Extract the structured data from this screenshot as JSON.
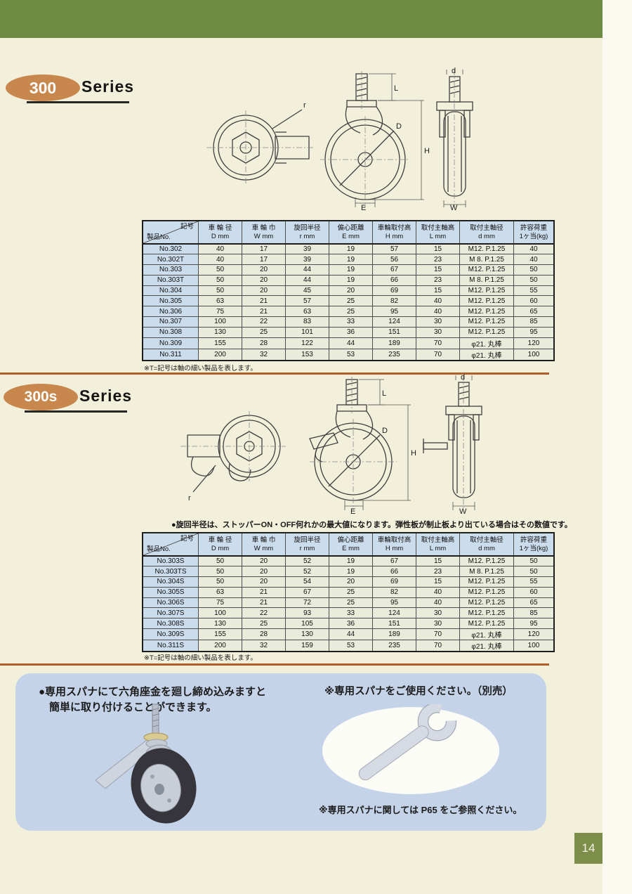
{
  "page_number": "14",
  "colors": {
    "band_green": "#6d8b43",
    "accent_orange": "#c8874d",
    "divider_sienna": "#b05e29",
    "table_header_blue": "#cbdcec",
    "table_cell_green": "#e9ecda",
    "info_box_blue": "#c5d3e9",
    "page_box_green": "#7d8d4a",
    "paper_cream": "#f2efdb"
  },
  "diagram_labels": {
    "r": "r",
    "L": "L",
    "H": "H",
    "E": "E",
    "D": "D",
    "d": "d",
    "W": "W"
  },
  "series300": {
    "badge": "300",
    "title": "Series",
    "table": {
      "corner_top": "記号",
      "corner_bottom": "製品No.",
      "columns": [
        {
          "line1": "車 輪 径",
          "unit": "D mm"
        },
        {
          "line1": "車 輪 巾",
          "unit": "W mm"
        },
        {
          "line1": "旋回半径",
          "unit": "r mm"
        },
        {
          "line1": "偏心距離",
          "unit": "E mm"
        },
        {
          "line1": "車輪取付高",
          "unit": "H mm"
        },
        {
          "line1": "取付主軸高",
          "unit": "L mm"
        },
        {
          "line1": "取付主軸径",
          "unit": "d mm"
        },
        {
          "line1": "許容荷重",
          "unit": "1ヶ当(kg)"
        }
      ],
      "rows": [
        [
          "No.302",
          "40",
          "17",
          "39",
          "19",
          "57",
          "15",
          "M12. P.1.25",
          "40"
        ],
        [
          "No.302T",
          "40",
          "17",
          "39",
          "19",
          "56",
          "23",
          "M 8. P.1.25",
          "40"
        ],
        [
          "No.303",
          "50",
          "20",
          "44",
          "19",
          "67",
          "15",
          "M12. P.1.25",
          "50"
        ],
        [
          "No.303T",
          "50",
          "20",
          "44",
          "19",
          "66",
          "23",
          "M 8. P.1.25",
          "50"
        ],
        [
          "No.304",
          "50",
          "20",
          "45",
          "20",
          "69",
          "15",
          "M12. P.1.25",
          "55"
        ],
        [
          "No.305",
          "63",
          "21",
          "57",
          "25",
          "82",
          "40",
          "M12. P.1.25",
          "60"
        ],
        [
          "No.306",
          "75",
          "21",
          "63",
          "25",
          "95",
          "40",
          "M12. P.1.25",
          "65"
        ],
        [
          "No.307",
          "100",
          "22",
          "83",
          "33",
          "124",
          "30",
          "M12. P.1.25",
          "85"
        ],
        [
          "No.308",
          "130",
          "25",
          "101",
          "36",
          "151",
          "30",
          "M12. P.1.25",
          "95"
        ],
        [
          "No.309",
          "155",
          "28",
          "122",
          "44",
          "189",
          "70",
          "φ21.  丸棒",
          "120"
        ],
        [
          "No.311",
          "200",
          "32",
          "153",
          "53",
          "235",
          "70",
          "φ21.  丸棒",
          "100"
        ]
      ],
      "footnote": "※T=記号は軸の細い製品を表します。"
    }
  },
  "series300s": {
    "badge": "300s",
    "title": "Series",
    "note": "●旋回半径は、ストッパーON・OFF何れかの最大値になります。弾性板が制止板より出ている場合はその数値です。",
    "table": {
      "corner_top": "記号",
      "corner_bottom": "製品No.",
      "columns": [
        {
          "line1": "車 輪 径",
          "unit": "D mm"
        },
        {
          "line1": "車 輪 巾",
          "unit": "W mm"
        },
        {
          "line1": "旋回半径",
          "unit": "r mm"
        },
        {
          "line1": "偏心距離",
          "unit": "E mm"
        },
        {
          "line1": "車輪取付高",
          "unit": "H mm"
        },
        {
          "line1": "取付主軸高",
          "unit": "L mm"
        },
        {
          "line1": "取付主軸径",
          "unit": "d mm"
        },
        {
          "line1": "許容荷重",
          "unit": "1ヶ当(kg)"
        }
      ],
      "rows": [
        [
          "No.303S",
          "50",
          "20",
          "52",
          "19",
          "67",
          "15",
          "M12. P.1.25",
          "50"
        ],
        [
          "No.303TS",
          "50",
          "20",
          "52",
          "19",
          "66",
          "23",
          "M 8. P.1.25",
          "50"
        ],
        [
          "No.304S",
          "50",
          "20",
          "54",
          "20",
          "69",
          "15",
          "M12. P.1.25",
          "55"
        ],
        [
          "No.305S",
          "63",
          "21",
          "67",
          "25",
          "82",
          "40",
          "M12. P.1.25",
          "60"
        ],
        [
          "No.306S",
          "75",
          "21",
          "72",
          "25",
          "95",
          "40",
          "M12. P.1.25",
          "65"
        ],
        [
          "No.307S",
          "100",
          "22",
          "93",
          "33",
          "124",
          "30",
          "M12. P.1.25",
          "85"
        ],
        [
          "No.308S",
          "130",
          "25",
          "105",
          "36",
          "151",
          "30",
          "M12. P.1.25",
          "95"
        ],
        [
          "No.309S",
          "155",
          "28",
          "130",
          "44",
          "189",
          "70",
          "φ21.  丸棒",
          "120"
        ],
        [
          "No.311S",
          "200",
          "32",
          "159",
          "53",
          "235",
          "70",
          "φ21.  丸棒",
          "100"
        ]
      ],
      "footnote": "※T=記号は軸の細い製品を表します。"
    }
  },
  "info_box": {
    "line1": "●専用スパナにて六角座金を廻し締め込みますと",
    "line2": "簡単に取り付けることができます。",
    "note_right": "※専用スパナをご使用ください。（別売）",
    "note_ref": "※専用スパナに関しては P65 をご参照ください。"
  }
}
